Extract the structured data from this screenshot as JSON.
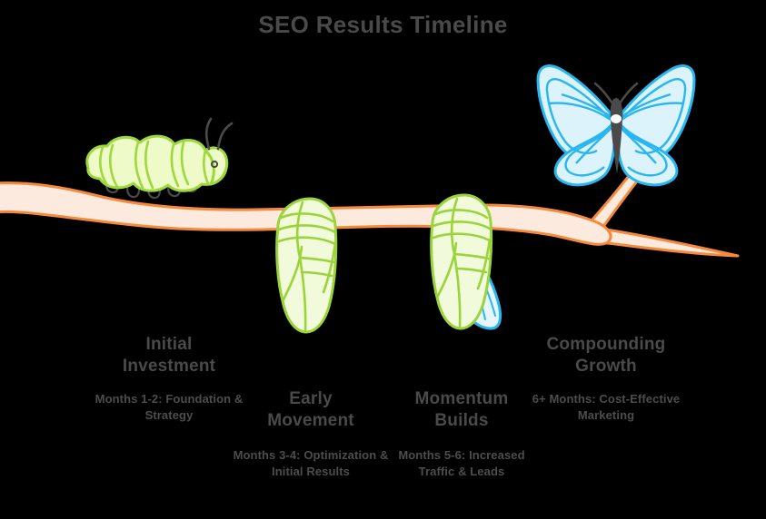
{
  "title": "SEO Results Timeline",
  "background_color": "#000000",
  "palette": {
    "title_text": "#4a4a4a",
    "heading_text": "#4a4a4a",
    "body_text": "#4d4d4d",
    "branch_fill": "#fdeade",
    "branch_stroke": "#f5893c",
    "caterpillar_fill": "#eefac8",
    "caterpillar_stroke": "#9ed93c",
    "caterpillar_detail": "#4a4a4a",
    "chrysalis_fill": "#f1fadb",
    "chrysalis_stroke": "#9ad43a",
    "butterfly_fill": "#ddf3fc",
    "butterfly_stroke": "#29b6f0",
    "butterfly_body": "#4a4a4a"
  },
  "stages": [
    {
      "heading": "Initial\nInvestment",
      "heading_line1": "Initial",
      "heading_line2": "Investment",
      "description": "Months 1-2: Foundation & Strategy",
      "icon": "caterpillar-icon"
    },
    {
      "heading": "Early\nMovement",
      "heading_line1": "Early",
      "heading_line2": "Movement",
      "description": "Months 3-4: Optimization & Initial Results",
      "icon": "chrysalis-icon"
    },
    {
      "heading": "Momentum\nBuilds",
      "heading_line1": "Momentum",
      "heading_line2": "Builds",
      "description": "Months 5-6: Increased Traffic & Leads",
      "icon": "chrysalis-emerging-icon"
    },
    {
      "heading": "Compounding\nGrowth",
      "heading_line1": "Compounding",
      "heading_line2": "Growth",
      "description": "6+ Months: Cost-Effective Marketing",
      "icon": "butterfly-icon"
    }
  ]
}
